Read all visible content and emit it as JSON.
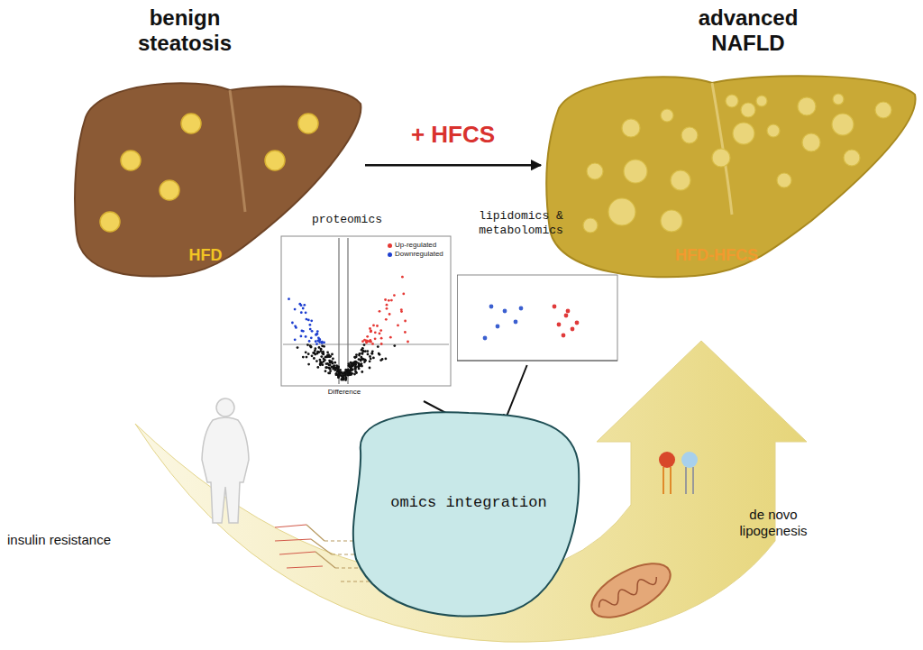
{
  "diagram": {
    "nodes": [
      {
        "text": [
          "benign steatosis",
          "HFD"
        ]
      },
      {
        "text": [
          "advanced NAFLD",
          "HFD-HFCS"
        ]
      },
      {
        "text": [
          "proteomics"
        ]
      },
      {
        "text": [
          "lipidomics & metabolomics"
        ]
      },
      {
        "text": [
          "omics integration"
        ]
      }
    ],
    "edges": [
      {
        "from": 0,
        "to": 1,
        "label": "+ HFCS",
        "arrow": "to"
      },
      {
        "from": 2,
        "to": 4,
        "arrow": "to"
      },
      {
        "from": 3,
        "to": 4,
        "arrow": "to"
      }
    ],
    "labels": [
      "insulin resistance",
      "de novo lipogenesis",
      "Difference"
    ],
    "legend": [
      {
        "text": "Up-regulated",
        "color": "#e53935"
      },
      {
        "text": "Downregulated",
        "color": "#1e3fd0"
      }
    ]
  }
}
